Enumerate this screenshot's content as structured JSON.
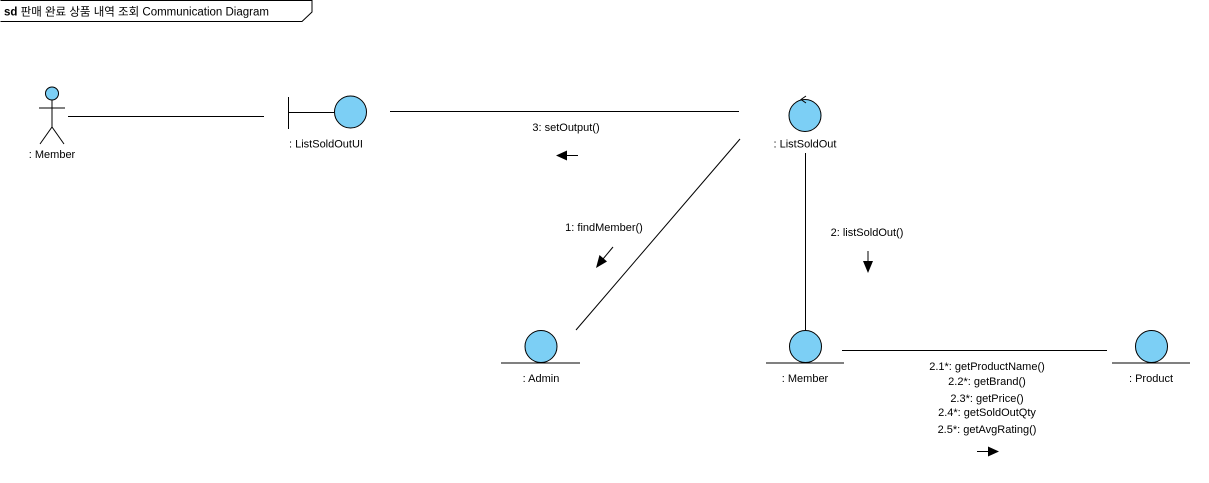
{
  "frame": {
    "keyword": "sd",
    "name": "판매 완료 상품 내역 조회 Communication Diagram"
  },
  "objects": {
    "actor": ": Member",
    "boundary": ": ListSoldOutUI",
    "control": ": ListSoldOut",
    "admin": ": Admin",
    "member": ": Member",
    "product": ": Product"
  },
  "messages": {
    "set_output": "3: setOutput()",
    "find_member": "1: findMember()",
    "list_sold_out": "2: listSoldOut()",
    "get_product_name": "2.1*: getProductName()",
    "get_brand": "2.2*: getBrand()",
    "get_price": "2.3*: getPrice()",
    "get_sold_out_qty": "2.4*: getSoldOutQty",
    "get_avg_rating": "2.5*: getAvgRating()"
  },
  "colors": {
    "fill": "#7ccff5",
    "stroke": "#000000"
  }
}
